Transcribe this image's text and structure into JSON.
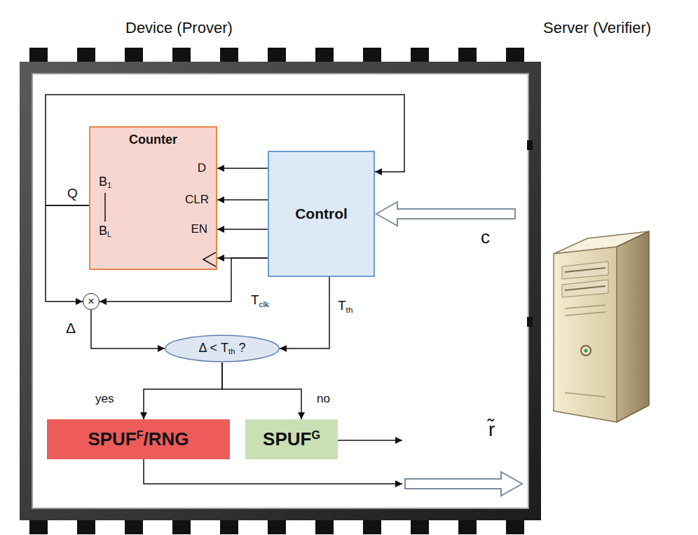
{
  "diagram": {
    "nodes": [
      {
        "text": [
          "Counter",
          "B1",
          "BL",
          "D",
          "CLR",
          "EN"
        ]
      },
      {
        "text": [
          "Control"
        ]
      },
      {
        "text": [
          "×"
        ]
      },
      {
        "text": [
          "Δ < Tth ?"
        ]
      },
      {
        "text": [
          "SPUFF/RNG"
        ]
      },
      {
        "text": [
          "SPUFG"
        ]
      }
    ],
    "edges": [
      {
        "from": 1,
        "to": 0,
        "arrow": "to"
      },
      {
        "from": 1,
        "to": 0,
        "arrow": "to"
      },
      {
        "from": 1,
        "to": 0,
        "arrow": "to"
      },
      {
        "from": 1,
        "to": 0,
        "arrow": "to"
      },
      {
        "from": 0,
        "to": 1,
        "arrow": "to"
      },
      {
        "from": 0,
        "to": 2,
        "arrow": "to"
      },
      {
        "from": 1,
        "to": 2,
        "arrow": "to",
        "label": "Tclk"
      },
      {
        "from": 2,
        "to": 3,
        "arrow": "to",
        "label": "Δ"
      },
      {
        "from": 1,
        "to": 3,
        "arrow": "to",
        "label": "Tth"
      },
      {
        "from": 3,
        "to": 4,
        "arrow": "to",
        "label": "yes"
      },
      {
        "from": 3,
        "to": 5,
        "arrow": "to",
        "label": "no"
      }
    ],
    "labels": [
      "Device (Prover)",
      "Server (Verifier)",
      "Q",
      "c",
      "r̃"
    ]
  }
}
